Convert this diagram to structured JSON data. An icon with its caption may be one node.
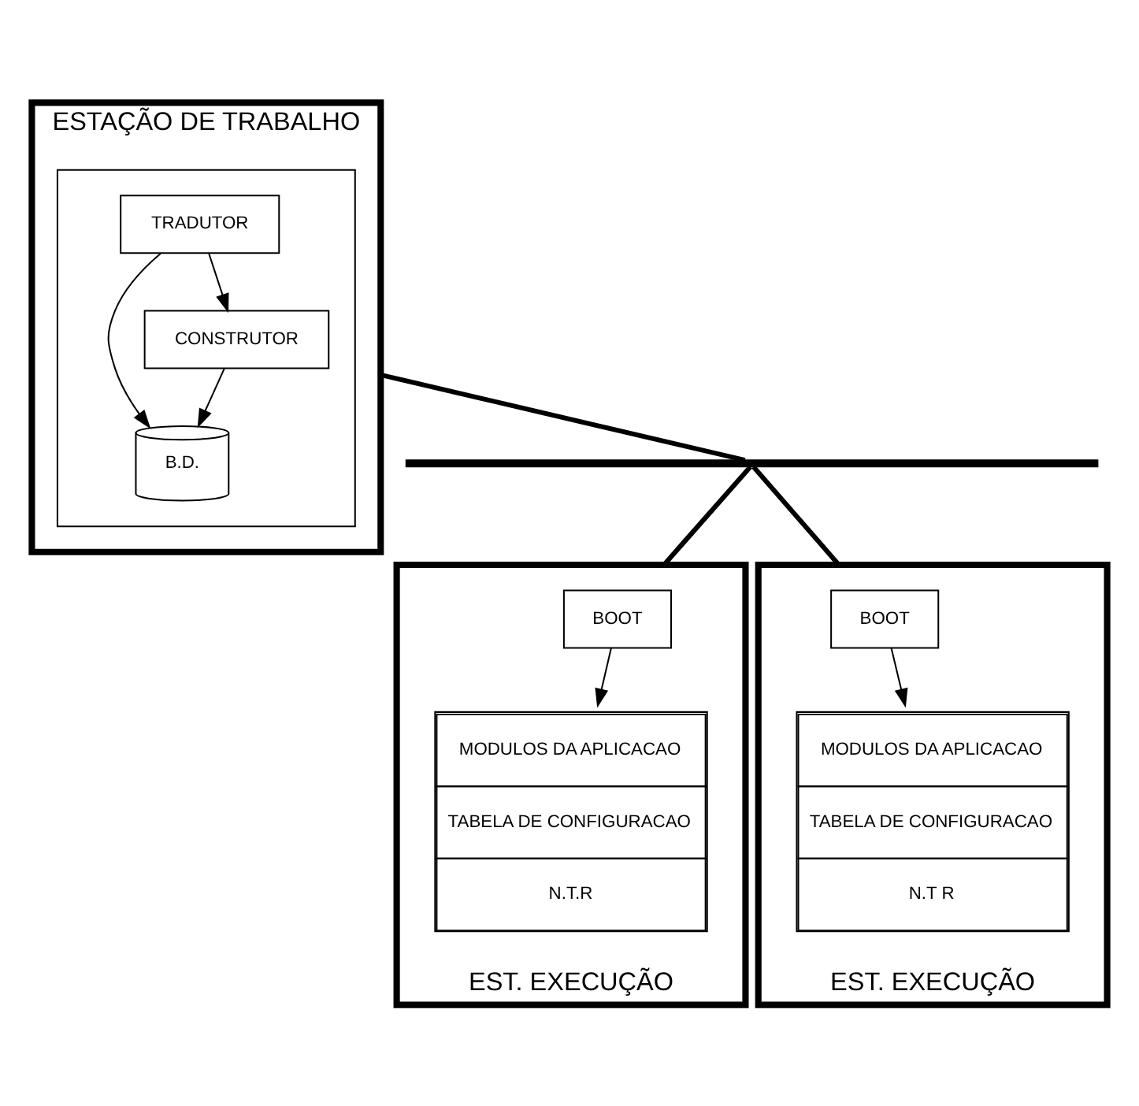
{
  "diagram": {
    "nodes": [
      {
        "text": [
          "ESTAÇÃO DE TRABALHO"
        ]
      },
      {
        "text": [],
        "shape": "box",
        "in": 0
      },
      {
        "text": [
          "TRADUTOR"
        ],
        "in": 1
      },
      {
        "text": [
          "B.D."
        ],
        "in": 1
      },
      {
        "text": [
          "CONSTRUTOR"
        ],
        "in": 1
      },
      {
        "text": [],
        "shape": "bar"
      },
      {
        "text": [
          "EST. EXECUÇÃO"
        ]
      },
      {
        "text": [
          "BOOT"
        ],
        "in": 6
      },
      {
        "text": [
          "MODULOS DA APLICACAO",
          "TABELA DE CONFIGURACAO",
          "N.T.R"
        ],
        "in": 6
      },
      {
        "text": [
          "EST. EXECUÇÃO"
        ]
      },
      {
        "text": [
          "BOOT"
        ],
        "in": 9
      },
      {
        "text": [
          "MODULOS DA APLICACAO",
          "TABELA DE CONFIGURACAO",
          "N.T R"
        ],
        "in": 9
      }
    ],
    "edges": [
      {
        "from": 2,
        "to": 3,
        "arrow": "to"
      },
      {
        "from": 2,
        "to": 4,
        "arrow": "to"
      },
      {
        "from": 4,
        "to": 3,
        "arrow": "to"
      },
      {
        "from": 0,
        "to": 5,
        "arrow": "none",
        "style": "thick"
      },
      {
        "from": 5,
        "to": 6,
        "arrow": "none",
        "style": "thick"
      },
      {
        "from": 5,
        "to": 9,
        "arrow": "none",
        "style": "thick"
      },
      {
        "from": 7,
        "to": 8,
        "arrow": "to"
      },
      {
        "from": 10,
        "to": 11,
        "arrow": "to"
      }
    ]
  }
}
